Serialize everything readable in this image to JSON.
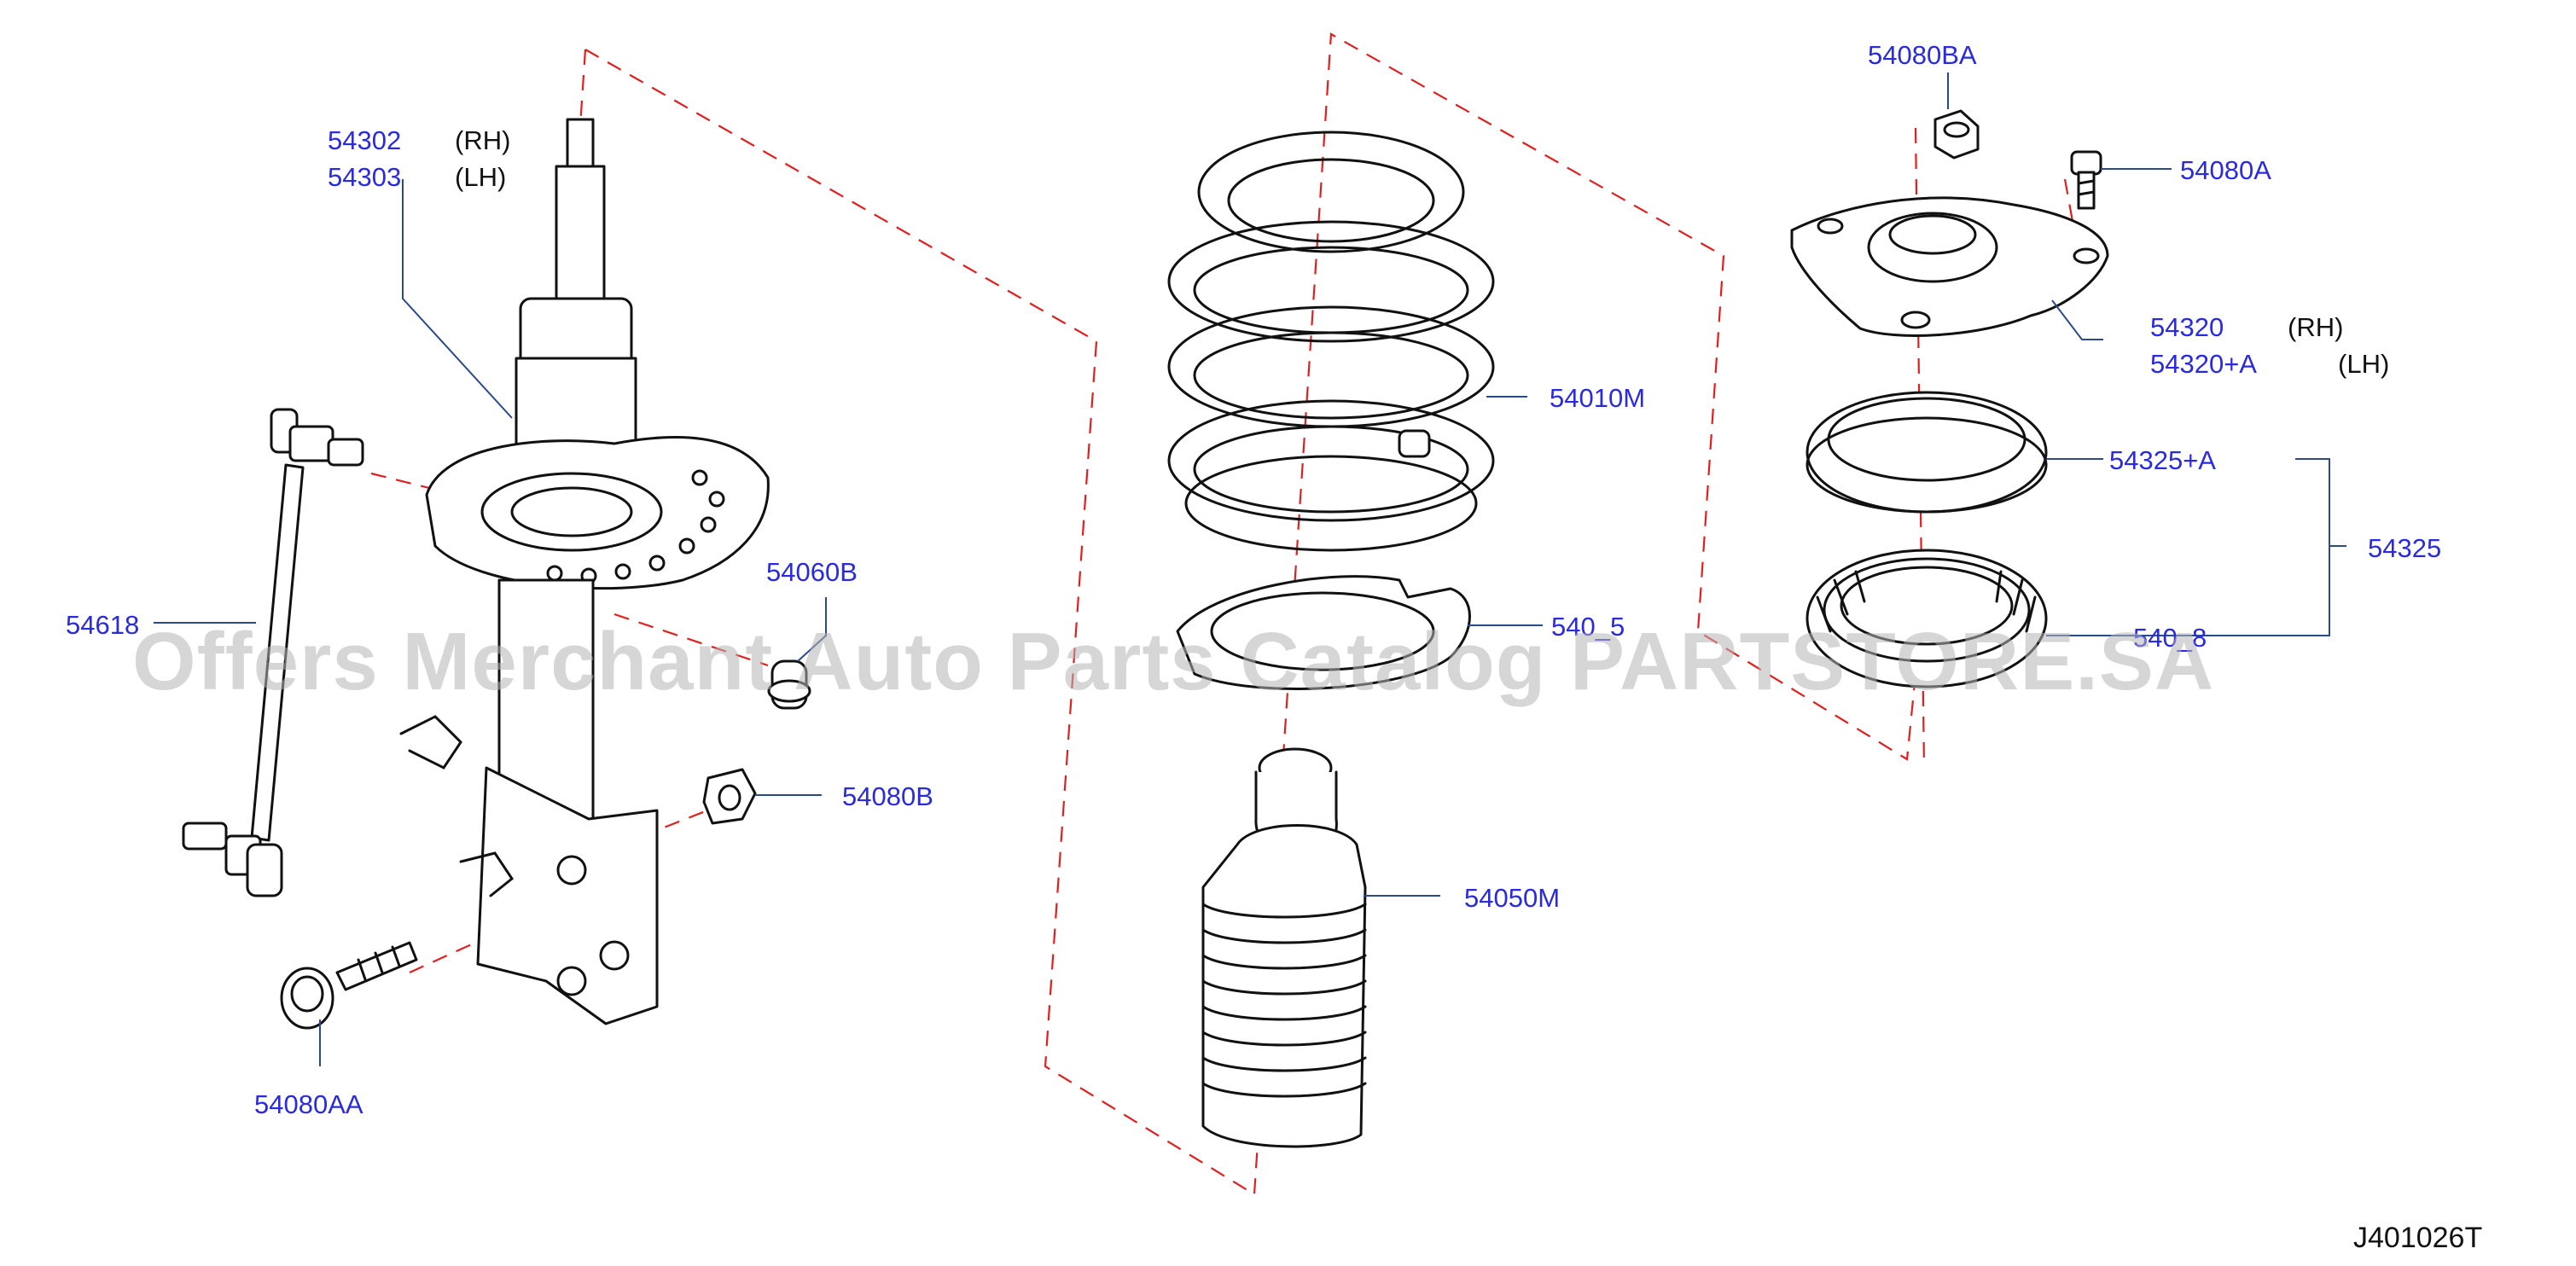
{
  "labels": {
    "strut_rh": "54302",
    "strut_rh_side": "(RH)",
    "strut_lh": "54303",
    "strut_lh_side": "(LH)",
    "stabilizer_link": "54618",
    "bushing": "54060B",
    "nut_lower": "54080B",
    "bolt_lower": "54080AA",
    "coil_spring": "54010M",
    "spring_seat": "540_5",
    "bound_bumper": "54050M",
    "nut_top": "54080BA",
    "bolt_top": "54080A",
    "mount_rh": "54320",
    "mount_rh_side": "(RH)",
    "mount_lh": "54320+A",
    "mount_lh_side": "(LH)",
    "insulator": "54325+A",
    "mount_assembly": "54325",
    "bearing": "540_8"
  },
  "watermark": "Offers Merchant Auto Parts Catalog PARTSTORE.SA",
  "diagram_ref": "J401026T",
  "colors": {
    "label": "#2a2ae0",
    "dash": "#e02020",
    "line": "#111111",
    "watermark": "#b4b4b4"
  }
}
